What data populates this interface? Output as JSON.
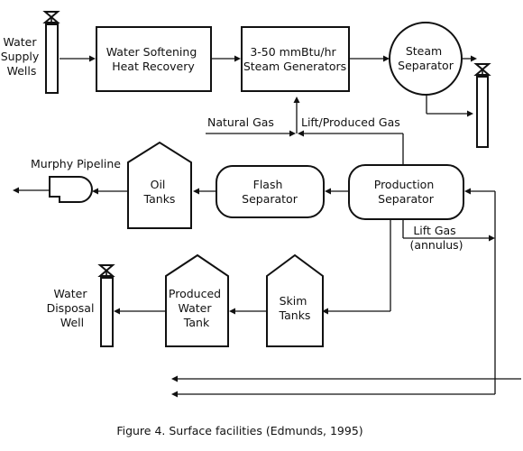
{
  "nodes": {
    "water_supply_wells": [
      "Water",
      "Supply",
      "Wells"
    ],
    "water_softening": [
      "Water Softening",
      "Heat Recovery"
    ],
    "steam_generators": [
      "3-50 mmBtu/hr",
      "Steam Generators"
    ],
    "steam_separator": [
      "Steam",
      "Separator"
    ],
    "natural_gas": "Natural Gas",
    "lift_produced_gas": "Lift/Produced Gas",
    "murphy_pipeline": "Murphy Pipeline",
    "oil_tanks": [
      "Oil",
      "Tanks"
    ],
    "flash_separator": [
      "Flash",
      "Separator"
    ],
    "production_separator": [
      "Production",
      "Separator"
    ],
    "lift_gas": [
      "Lift Gas",
      "(annulus)"
    ],
    "water_disposal_well": [
      "Water",
      "Disposal",
      "Well"
    ],
    "produced_water_tank": [
      "Produced",
      "Water",
      "Tank"
    ],
    "skim_tanks": [
      "Skim",
      "Tanks"
    ]
  },
  "caption": "Figure 4. Surface facilities (Edmunds, 1995)"
}
